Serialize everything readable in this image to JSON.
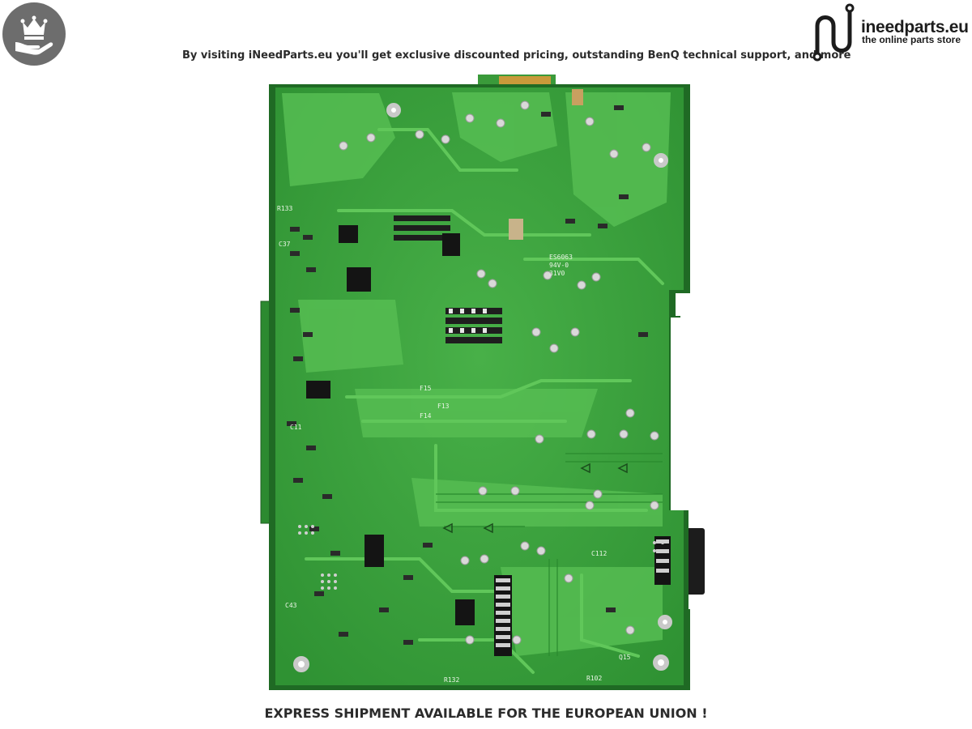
{
  "header": {
    "promo_text": "By visiting iNeedParts.eu you'll get exclusive discounted pricing, outstanding BenQ technical support, and more"
  },
  "logo": {
    "name": "ineedparts.eu",
    "tagline": "the online parts store",
    "icon": "ineedparts-logo-mark"
  },
  "badge": {
    "icon": "crown-on-hand-icon",
    "color": "#6d6d6d"
  },
  "product_image": {
    "icon": "power-supply-pcb-board",
    "board_color": "#3aa43a",
    "silkscreen": {
      "top_code": "ES6063",
      "rating": "94V-0",
      "date_code": "31V0",
      "label_r133": "R133",
      "label_c37": "C37",
      "label_c11": "C11",
      "label_c43": "C43",
      "label_c112": "C112",
      "label_r102": "R102",
      "label_r132": "R132",
      "label_q15": "Q15",
      "label_f13": "F13",
      "label_f14": "F14",
      "label_f15": "F15"
    }
  },
  "footer": {
    "shipping_text": "EXPRESS SHIPMENT AVAILABLE FOR THE EUROPEAN UNION !"
  }
}
